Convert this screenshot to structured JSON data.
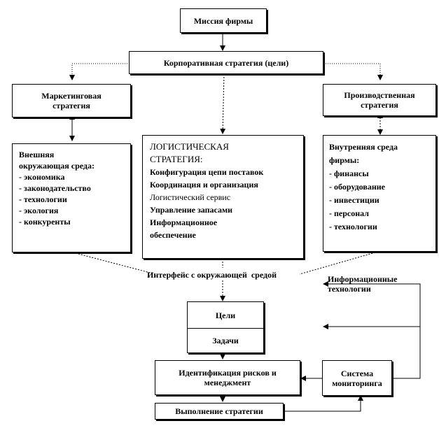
{
  "mission": "Миссия фирмы",
  "corporate": "Корпоративная стратегия (цели)",
  "marketing": {
    "line1": "Маркетинговая",
    "line2": "стратегия"
  },
  "production": {
    "line1": "Производственная",
    "line2": "стратегия"
  },
  "external": {
    "title1": "Внешняя",
    "title2": "окружающая  среда:",
    "items": [
      "- экономика",
      "- законодательство",
      "- технологии",
      "- экология",
      "- конкуренты"
    ]
  },
  "logistics": {
    "title1": "ЛОГИСТИЧЕСКАЯ",
    "title2": "СТРАТЕГИЯ:",
    "items": [
      "Конфигурация цепи поставок",
      "Координация и организация",
      "Логистический сервис",
      "Управление запасами",
      "Информационное",
      "обеспечение"
    ]
  },
  "internal": {
    "title1": "Внутренняя среда",
    "title2": "фирмы:",
    "items": [
      "- финансы",
      "- оборудование",
      "- инвестиции",
      "- персонал",
      "- технологии"
    ]
  },
  "interface": "Интерфейс с окружающей  средой",
  "info_tech": {
    "line1": "Информационные",
    "line2": "технологии"
  },
  "goals": "Цели",
  "tasks": "Задачи",
  "risks": {
    "line1": "Идентификация рисков и",
    "line2": "менеджмент"
  },
  "monitoring": {
    "line1": "Система",
    "line2": "мониторинга"
  },
  "execution": "Выполнение стратегии"
}
